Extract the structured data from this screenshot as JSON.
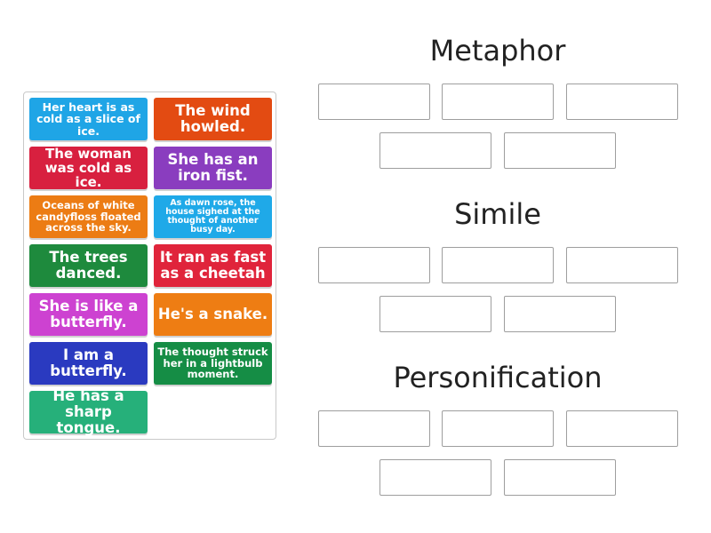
{
  "colors": {
    "light_blue": "#1fa5e6",
    "orange_red": "#e34b12",
    "crimson": "#d8203f",
    "purple": "#8a3dbf",
    "orange": "#ec7c14",
    "sky": "#1fa9e8",
    "green": "#1e8a3d",
    "red": "#e0243b",
    "magenta": "#cd42d1",
    "amber": "#ee7d13",
    "indigo": "#2a3ac0",
    "teal_green": "#158d45",
    "mint": "#26b07a"
  },
  "cards": [
    {
      "text": "Her heart is as cold as a slice of ice.",
      "color": "light_blue"
    },
    {
      "text": "The wind howled.",
      "color": "orange_red"
    },
    {
      "text": "The woman was cold as ice.",
      "color": "crimson"
    },
    {
      "text": "She has an iron fist.",
      "color": "purple"
    },
    {
      "text": "Oceans of white candyfloss floated across the sky.",
      "color": "orange"
    },
    {
      "text": "As dawn rose, the house sighed at the thought of another busy day.",
      "color": "sky"
    },
    {
      "text": "The trees danced.",
      "color": "green"
    },
    {
      "text": "It ran as fast as a cheetah",
      "color": "red"
    },
    {
      "text": "She is like a butterfly.",
      "color": "magenta"
    },
    {
      "text": "He's a snake.",
      "color": "amber"
    },
    {
      "text": "I am a butterfly.",
      "color": "indigo"
    },
    {
      "text": "The thought struck her in a lightbulb moment.",
      "color": "teal_green"
    },
    {
      "text": "He has a sharp tongue.",
      "color": "mint"
    }
  ],
  "groups": [
    {
      "title": "Metaphor",
      "slots": 5
    },
    {
      "title": "Simile",
      "slots": 5
    },
    {
      "title": "Personification",
      "slots": 5
    }
  ]
}
